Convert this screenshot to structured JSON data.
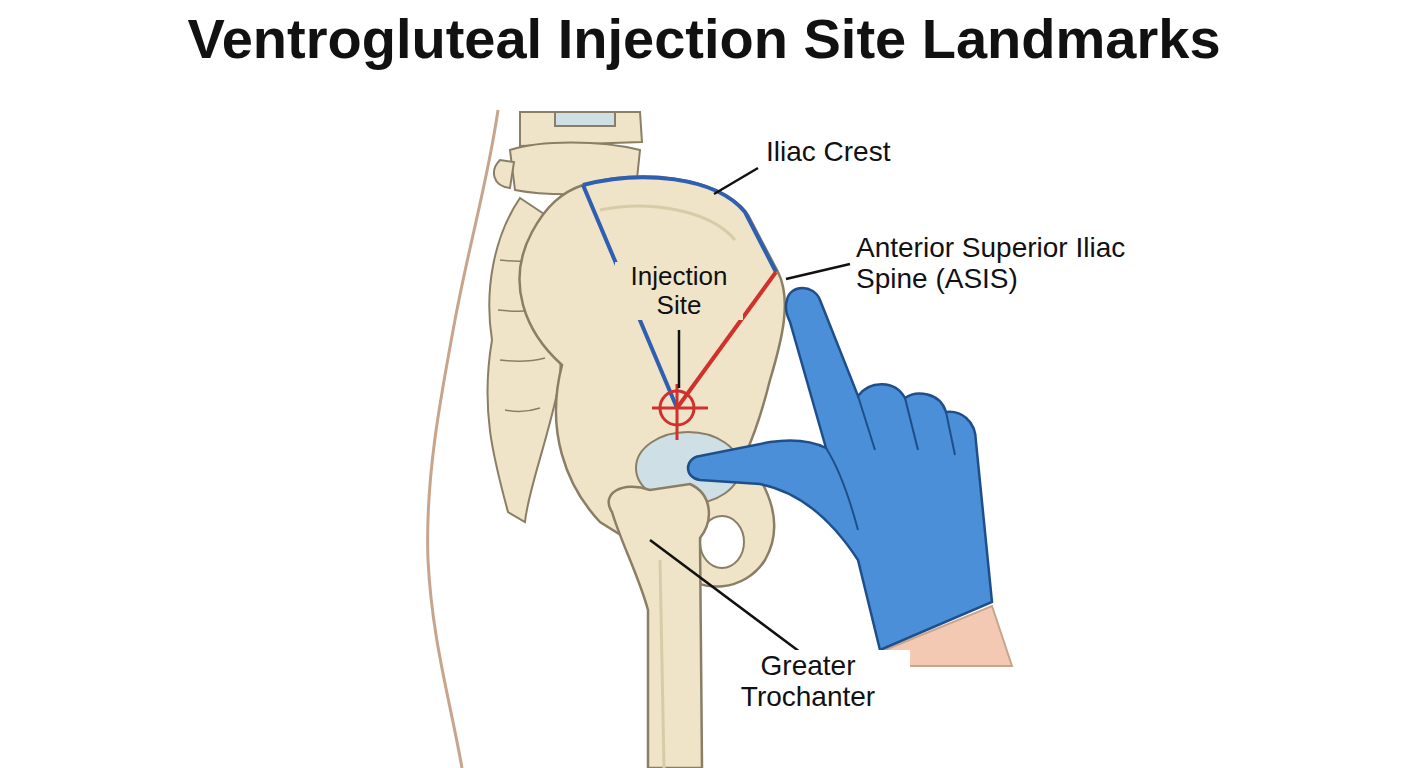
{
  "diagram": {
    "title": "Ventrogluteal Injection Site Landmarks",
    "labels": [
      "Iliac Crest",
      "Anterior Superior Iliac Spine (ASIS)",
      "Injection Site",
      "Greater Trochanter"
    ]
  }
}
